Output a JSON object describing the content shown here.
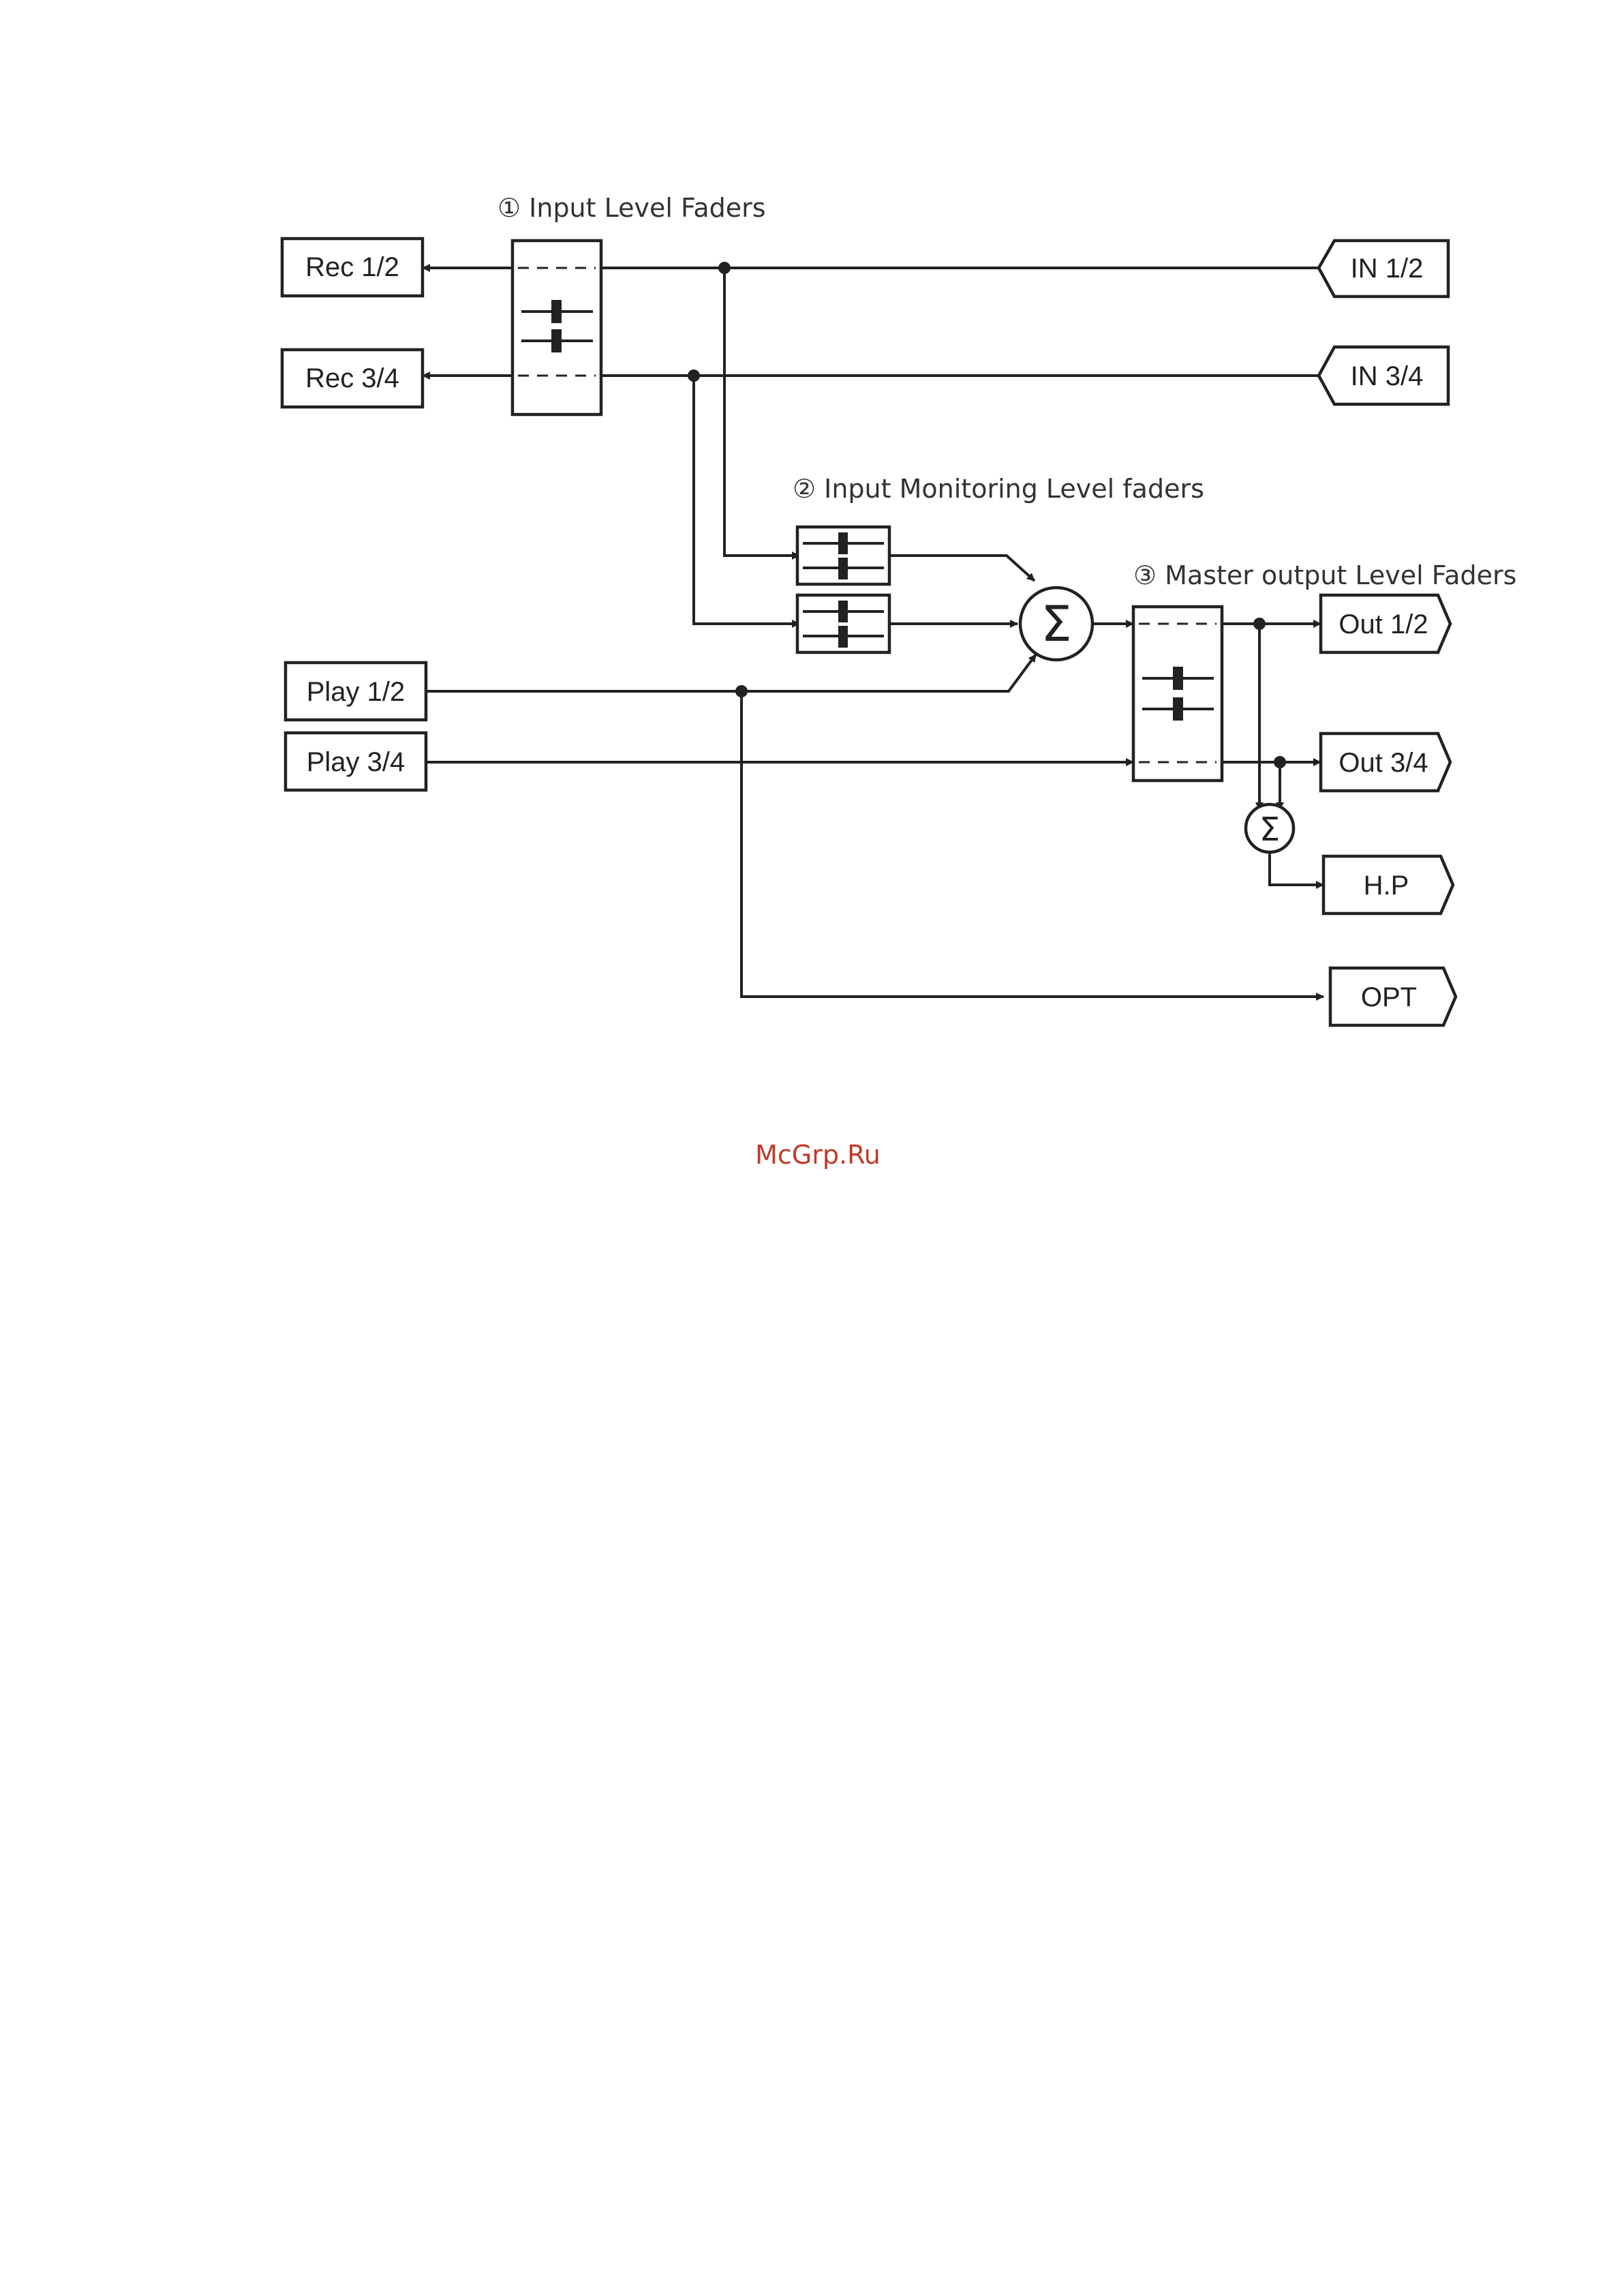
{
  "titles": {
    "input_faders": "① Input Level Faders",
    "monitoring_faders": "② Input Monitoring Level faders",
    "master_faders": "③ Master output Level Faders"
  },
  "sources_left": {
    "rec12": "Rec 1/2",
    "rec34": "Rec 3/4",
    "play12": "Play 1/2",
    "play34": "Play 3/4"
  },
  "inputs_right": {
    "in12": "IN 1/2",
    "in34": "IN 3/4"
  },
  "outputs": {
    "out12": "Out 1/2",
    "out34": "Out 3/4",
    "hp": "H.P",
    "opt": "OPT"
  },
  "sum_symbol": "Σ",
  "watermark": "McGrp.Ru"
}
